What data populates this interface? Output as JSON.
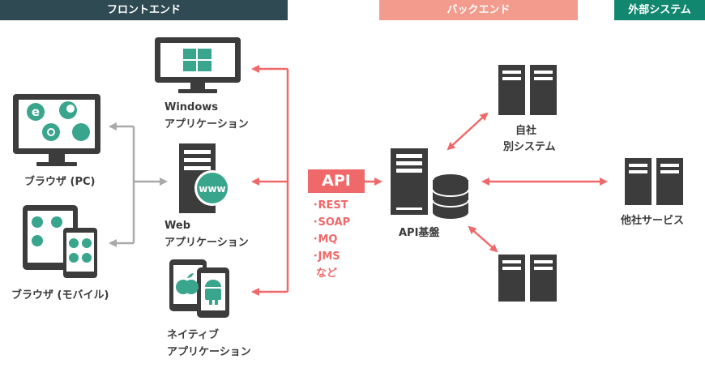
{
  "headers": {
    "frontend": "フロントエンド",
    "backend": "バックエンド",
    "external": "外部システム"
  },
  "colors": {
    "frontend_header": "#2f4a53",
    "backend_header": "#f39b8c",
    "external_header": "#11876f",
    "arrow_red": "#f0696a",
    "arrow_gray": "#a9a9a9",
    "icon_dark": "#3c3c3c",
    "teal": "#3aa58d"
  },
  "labels": {
    "browser_pc": "ブラウザ (PC)",
    "browser_mobile": "ブラウザ (モバイル)",
    "windows_app_1": "Windows",
    "windows_app_2": "アプリケーション",
    "web_app_1": "Web",
    "web_app_2": "アプリケーション",
    "native_app_1": "ネイティブ",
    "native_app_2": "アプリケーション",
    "api_platform": "API基盤",
    "internal_system_1": "自社",
    "internal_system_2": "別システム",
    "other_service": "他社サービス"
  },
  "api": {
    "title": "API",
    "protocols": [
      "･REST",
      "･SOAP",
      "･MQ",
      "･JMS",
      "など"
    ]
  },
  "icons": {
    "windows": "windows-logo-icon",
    "www": "globe-www-icon",
    "apple": "apple-icon",
    "android": "android-icon",
    "browsers": [
      "ie-icon",
      "firefox-icon",
      "chrome-icon",
      "safari-icon"
    ]
  }
}
